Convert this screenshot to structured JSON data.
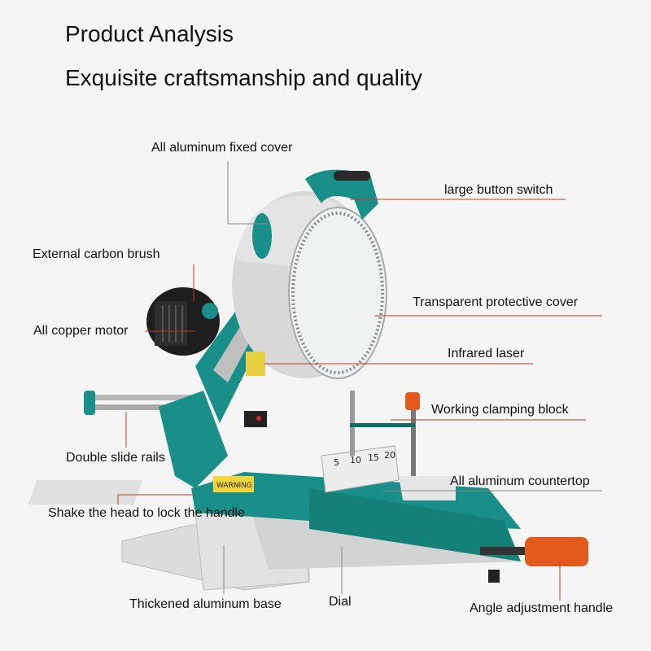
{
  "header": {
    "title": "Product Analysis",
    "subtitle": "Exquisite craftsmanship and quality"
  },
  "callouts": {
    "fixed_cover": "All aluminum fixed cover",
    "button_switch": "large button switch",
    "carbon_brush": "External carbon brush",
    "transparent_cover": "Transparent protective cover",
    "copper_motor": "All copper motor",
    "infrared_laser": "Infrared laser",
    "clamping_block": "Working clamping block",
    "slide_rails": "Double slide rails",
    "countertop": "All aluminum countertop",
    "lock_handle": "Shake the head to lock the handle",
    "base": "Thickened aluminum base",
    "dial": "Dial",
    "angle_handle": "Angle adjustment handle"
  },
  "scale_numbers": [
    "5",
    "10",
    "15",
    "20"
  ],
  "warning_sticker": "WARNING",
  "colors": {
    "teal": "#1a8f8a",
    "teal_dark": "#0f6b67",
    "leader_red": "#c0392b",
    "handle_orange": "#e25a1c",
    "base_gray": "#d9d9d9",
    "motor_black": "#1e1e1e"
  }
}
